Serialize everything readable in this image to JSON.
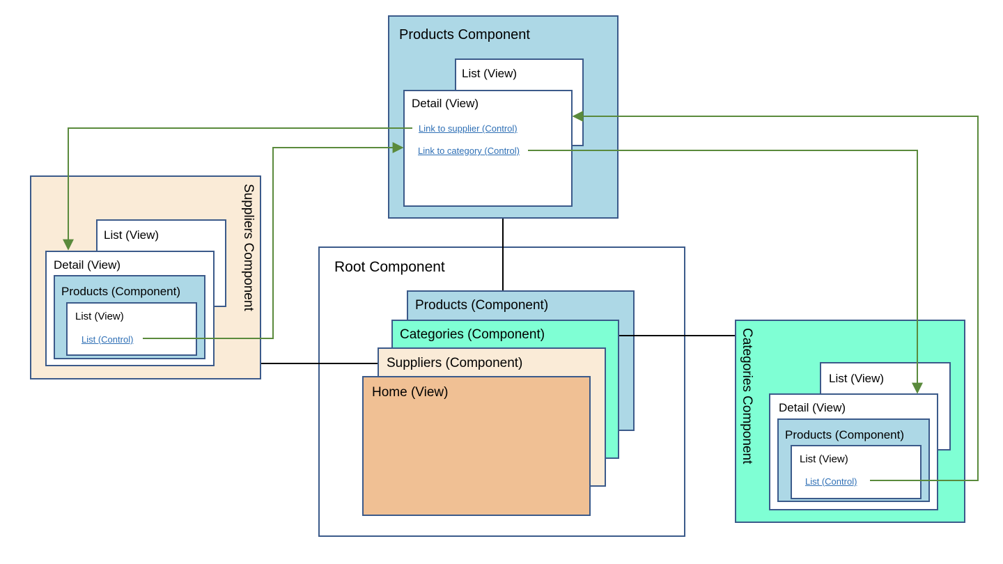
{
  "products_component": {
    "title": "Products Component",
    "list_view": "List (View)",
    "detail_view": "Detail (View)",
    "link_supplier": "Link to supplier (Control)",
    "link_category": "Link to category (Control)"
  },
  "suppliers_component": {
    "title": "Suppliers Component",
    "list_view": "List (View)",
    "detail_view": "Detail (View)",
    "products_sub": "Products (Component)",
    "sub_list_view": "List (View)",
    "list_control": "List (Control)"
  },
  "categories_component": {
    "title": "Categories Component",
    "list_view": "List (View)",
    "detail_view": "Detail (View)",
    "products_sub": "Products (Component)",
    "sub_list_view": "List (View)",
    "list_control": "List (Control)"
  },
  "root_component": {
    "title": "Root Component",
    "stack": [
      "Products (Component)",
      "Categories (Component)",
      "Suppliers (Component)",
      "Home (View)"
    ]
  },
  "colors": {
    "products": "#add8e6",
    "categories": "#7fffd4",
    "suppliers": "#faebd7",
    "home": "#f0c094",
    "border": "#3b5a8a",
    "arrow": "#5a8a3c",
    "link": "#2e6fb5"
  }
}
